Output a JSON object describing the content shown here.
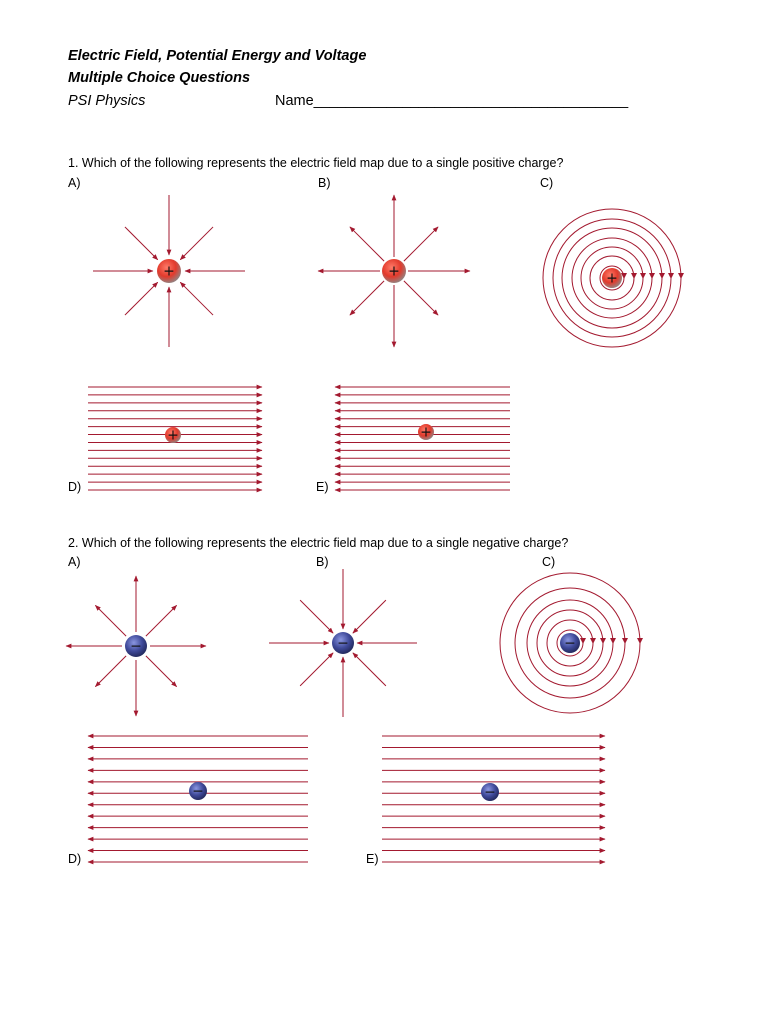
{
  "header": {
    "title_line1": "Electric Field, Potential Energy and Voltage",
    "title_line2": "Multiple Choice Questions",
    "course": "PSI Physics",
    "name_label": "Name_______________________________________"
  },
  "questions": [
    {
      "text": "1.   Which of the following represents the electric field map due to a single positive charge?",
      "options": {
        "a": "A)",
        "b": "B)",
        "c": "C)",
        "d": "D)",
        "e": "E)"
      },
      "charge_symbol": "+"
    },
    {
      "text": "2.   Which of the following represents the electric field map due to a single negative charge?",
      "options": {
        "a": "A)",
        "b": "B)",
        "c": "C)",
        "d": "D)",
        "e": "E)"
      },
      "charge_symbol": "−"
    }
  ],
  "colors": {
    "field_line": "#a3192f",
    "positive_charge": "#e23a2c",
    "negative_charge": "#3f4a9a"
  }
}
